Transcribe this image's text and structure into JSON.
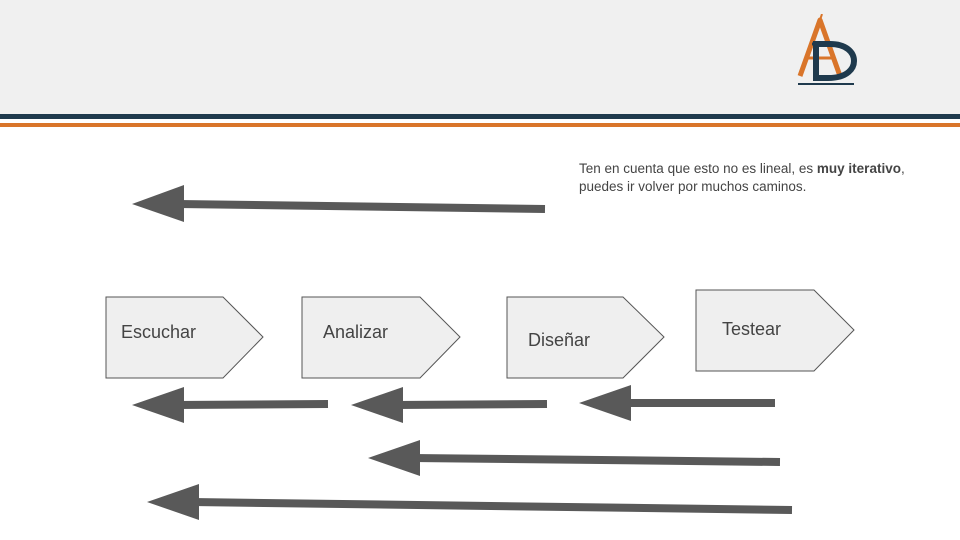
{
  "note": {
    "part1": "Ten en cuenta que esto no es lineal, es ",
    "bold": "muy iterativo",
    "part2": ", puedes ir volver por muchos caminos."
  },
  "steps": [
    {
      "label": "Escuchar"
    },
    {
      "label": "Analizar"
    },
    {
      "label": "Diseñar"
    },
    {
      "label": "Testear"
    }
  ],
  "colors": {
    "header_bg": "#f0f0f0",
    "rule_navy": "#1f3a4d",
    "rule_orange": "#d9752a",
    "arrow": "#595959",
    "shape_fill": "#efefef",
    "shape_stroke": "#555555"
  },
  "logo": {
    "icon": "ad-monogram-logo"
  }
}
